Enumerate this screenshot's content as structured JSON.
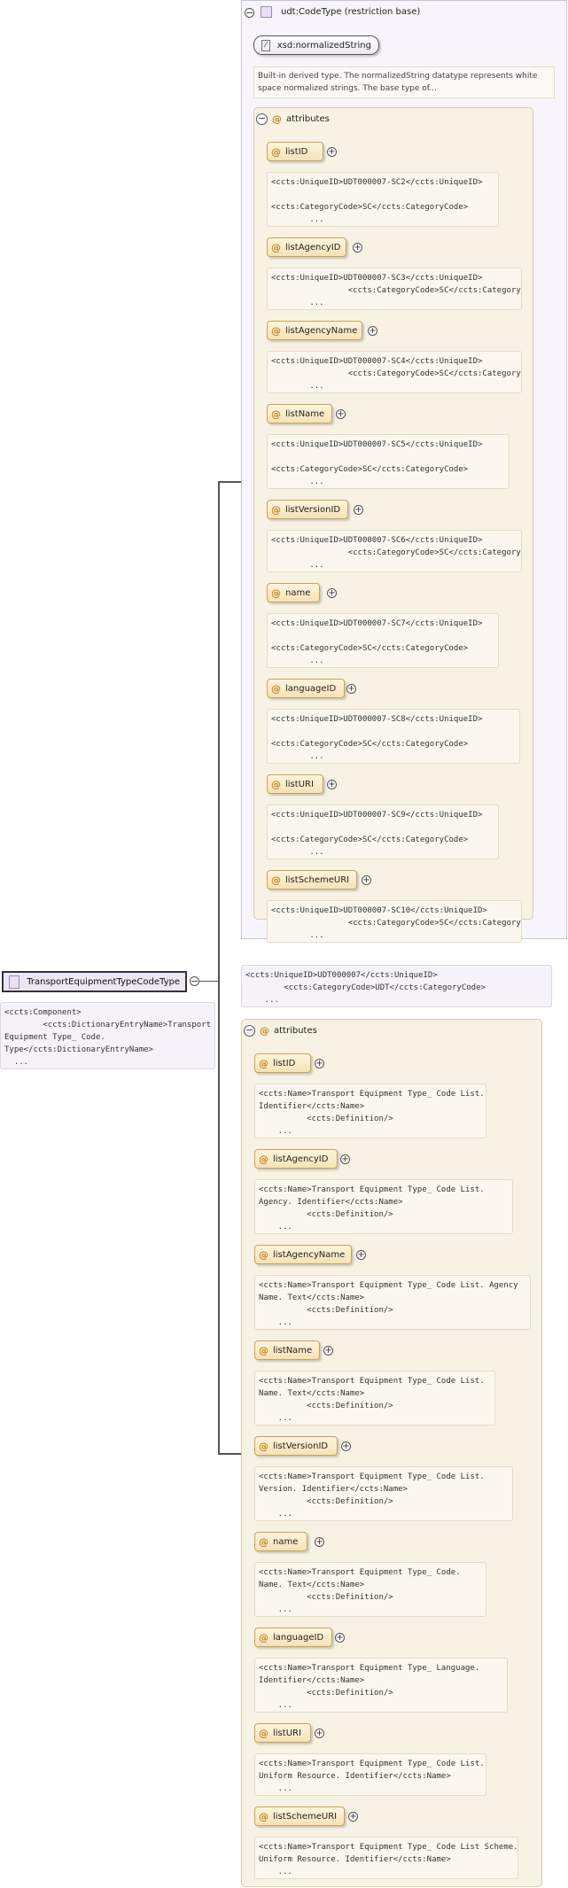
{
  "root_type": {
    "label": "TransportEquipmentTypeCodeType",
    "doc": "<ccts:Component>\n        <ccts:DictionaryEntryName>Transport\nEquipment Type_ Code.\nType</ccts:DictionaryEntryName>\n  ..."
  },
  "base": {
    "title": "udt:CodeType (restriction base)",
    "xsd_label": "xsd:normalizedString",
    "xsd_desc": "Built-in derived type. The normalizedString datatype represents white\nspace normalized strings. The base type of...",
    "group_label": "attributes",
    "attributes": [
      {
        "name": "listID",
        "doc": "<ccts:UniqueID>UDT000007-SC2</ccts:UniqueID>\n\n<ccts:CategoryCode>SC</ccts:CategoryCode>\n        ..."
      },
      {
        "name": "listAgencyID",
        "doc": "<ccts:UniqueID>UDT000007-SC3</ccts:UniqueID>\n                <ccts:CategoryCode>SC</ccts:CategoryCode>\n        ..."
      },
      {
        "name": "listAgencyName",
        "doc": "<ccts:UniqueID>UDT000007-SC4</ccts:UniqueID>\n                <ccts:CategoryCode>SC</ccts:CategoryCode>\n        ..."
      },
      {
        "name": "listName",
        "doc": "<ccts:UniqueID>UDT000007-SC5</ccts:UniqueID>\n\n<ccts:CategoryCode>SC</ccts:CategoryCode>\n        ..."
      },
      {
        "name": "listVersionID",
        "doc": "<ccts:UniqueID>UDT000007-SC6</ccts:UniqueID>\n                <ccts:CategoryCode>SC</ccts:CategoryCode>\n        ..."
      },
      {
        "name": "name",
        "doc": "<ccts:UniqueID>UDT000007-SC7</ccts:UniqueID>\n\n<ccts:CategoryCode>SC</ccts:CategoryCode>\n        ..."
      },
      {
        "name": "languageID",
        "doc": "<ccts:UniqueID>UDT000007-SC8</ccts:UniqueID>\n\n<ccts:CategoryCode>SC</ccts:CategoryCode>\n        ..."
      },
      {
        "name": "listURI",
        "doc": "<ccts:UniqueID>UDT000007-SC9</ccts:UniqueID>\n\n<ccts:CategoryCode>SC</ccts:CategoryCode>\n        ..."
      },
      {
        "name": "listSchemeURI",
        "doc": "<ccts:UniqueID>UDT000007-SC10</ccts:UniqueID>\n                <ccts:CategoryCode>SC</ccts:CategoryCode>\n        ..."
      }
    ]
  },
  "middle_doc": "<ccts:UniqueID>UDT000007</ccts:UniqueID>\n        <ccts:CategoryCode>UDT</ccts:CategoryCode>\n    ...",
  "restriction": {
    "group_label": "attributes",
    "attributes": [
      {
        "name": "listID",
        "doc": "<ccts:Name>Transport Equipment Type_ Code List.\nIdentifier</ccts:Name>\n          <ccts:Definition/>\n    ..."
      },
      {
        "name": "listAgencyID",
        "doc": "<ccts:Name>Transport Equipment Type_ Code List.\nAgency. Identifier</ccts:Name>\n          <ccts:Definition/>\n    ..."
      },
      {
        "name": "listAgencyName",
        "doc": "<ccts:Name>Transport Equipment Type_ Code List. Agency\nName. Text</ccts:Name>\n          <ccts:Definition/>\n    ..."
      },
      {
        "name": "listName",
        "doc": "<ccts:Name>Transport Equipment Type_ Code List.\nName. Text</ccts:Name>\n          <ccts:Definition/>\n    ..."
      },
      {
        "name": "listVersionID",
        "doc": "<ccts:Name>Transport Equipment Type_ Code List.\nVersion. Identifier</ccts:Name>\n          <ccts:Definition/>\n    ..."
      },
      {
        "name": "name",
        "doc": "<ccts:Name>Transport Equipment Type_ Code.\nName. Text</ccts:Name>\n          <ccts:Definition/>\n    ..."
      },
      {
        "name": "languageID",
        "doc": "<ccts:Name>Transport Equipment Type_ Language.\nIdentifier</ccts:Name>\n          <ccts:Definition/>\n    ..."
      },
      {
        "name": "listURI",
        "doc": "<ccts:Name>Transport Equipment Type_ Code List.\nUniform Resource. Identifier</ccts:Name>\n    ..."
      },
      {
        "name": "listSchemeURI",
        "doc": "<ccts:Name>Transport Equipment Type_ Code List Scheme.\nUniform Resource. Identifier</ccts:Name>\n    ..."
      }
    ]
  }
}
